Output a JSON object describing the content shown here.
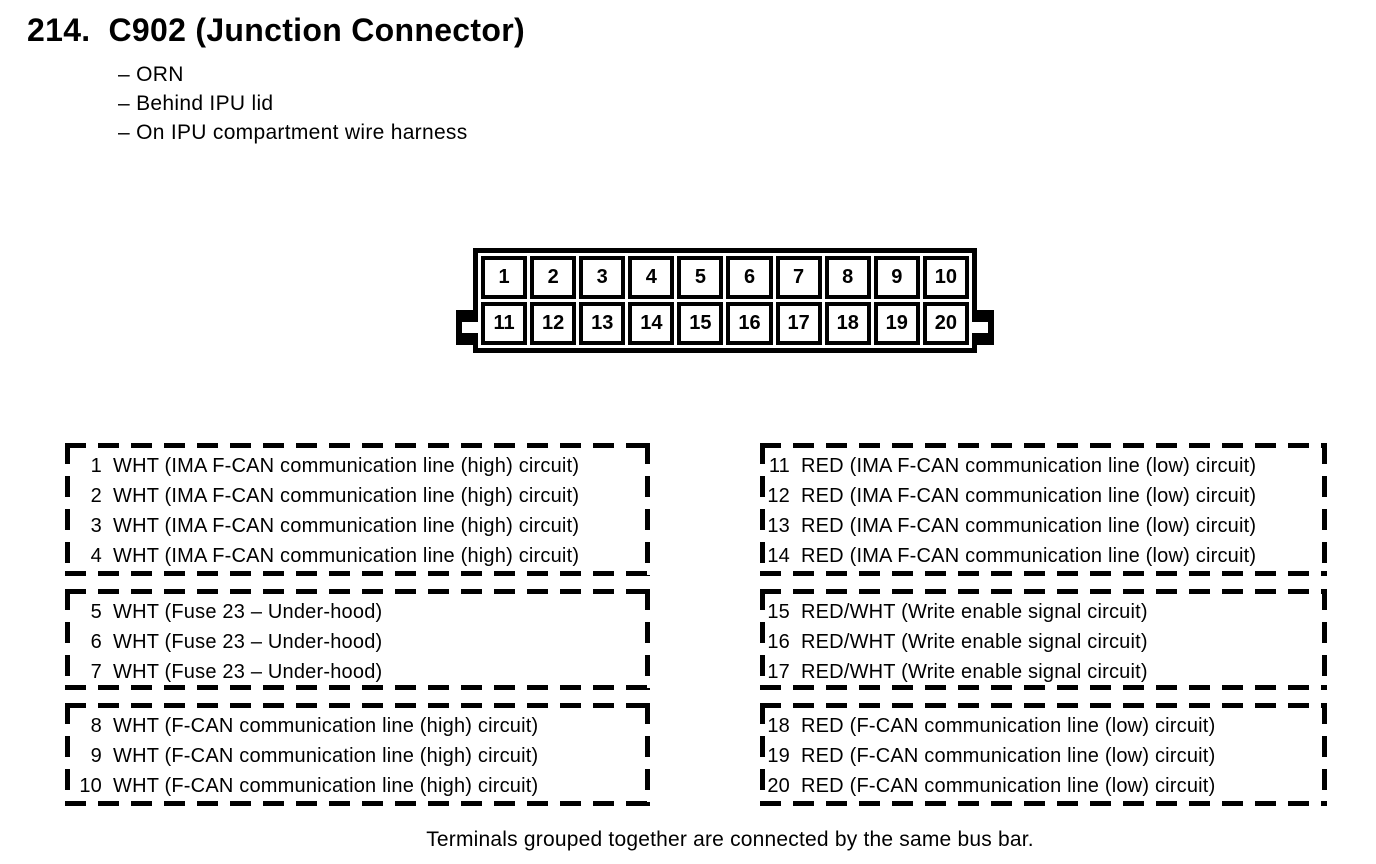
{
  "heading": {
    "number": "214.",
    "title": "C902 (Junction Connector)"
  },
  "bullets": [
    "– ORN",
    "– Behind IPU lid",
    "– On IPU compartment wire harness"
  ],
  "connector": {
    "rows": [
      [
        "1",
        "2",
        "3",
        "4",
        "5",
        "6",
        "7",
        "8",
        "9",
        "10"
      ],
      [
        "11",
        "12",
        "13",
        "14",
        "15",
        "16",
        "17",
        "18",
        "19",
        "20"
      ]
    ]
  },
  "terminal_groups": {
    "left": [
      {
        "rows": [
          {
            "pin": "1",
            "desc": "WHT (IMA F-CAN communication line (high) circuit)"
          },
          {
            "pin": "2",
            "desc": "WHT (IMA F-CAN communication line (high) circuit)"
          },
          {
            "pin": "3",
            "desc": "WHT (IMA F-CAN communication line (high) circuit)"
          },
          {
            "pin": "4",
            "desc": "WHT (IMA F-CAN communication line (high) circuit)"
          }
        ]
      },
      {
        "rows": [
          {
            "pin": "5",
            "desc": "WHT (Fuse 23 – Under-hood)"
          },
          {
            "pin": "6",
            "desc": "WHT (Fuse 23 – Under-hood)"
          },
          {
            "pin": "7",
            "desc": "WHT (Fuse 23 – Under-hood)"
          }
        ]
      },
      {
        "rows": [
          {
            "pin": "8",
            "desc": "WHT (F-CAN communication line (high) circuit)"
          },
          {
            "pin": "9",
            "desc": "WHT (F-CAN communication line (high) circuit)"
          },
          {
            "pin": "10",
            "desc": "WHT (F-CAN communication line (high) circuit)"
          }
        ]
      }
    ],
    "right": [
      {
        "rows": [
          {
            "pin": "11",
            "desc": "RED (IMA F-CAN communication line (low) circuit)"
          },
          {
            "pin": "12",
            "desc": "RED (IMA F-CAN communication line (low) circuit)"
          },
          {
            "pin": "13",
            "desc": "RED (IMA F-CAN communication line (low) circuit)"
          },
          {
            "pin": "14",
            "desc": "RED (IMA F-CAN communication line (low) circuit)"
          }
        ]
      },
      {
        "rows": [
          {
            "pin": "15",
            "desc": "RED/WHT (Write enable signal circuit)"
          },
          {
            "pin": "16",
            "desc": "RED/WHT (Write enable signal circuit)"
          },
          {
            "pin": "17",
            "desc": "RED/WHT (Write enable signal circuit)"
          }
        ]
      },
      {
        "rows": [
          {
            "pin": "18",
            "desc": "RED (F-CAN communication line (low) circuit)"
          },
          {
            "pin": "19",
            "desc": "RED (F-CAN communication line (low) circuit)"
          },
          {
            "pin": "20",
            "desc": "RED (F-CAN communication line (low) circuit)"
          }
        ]
      }
    ]
  },
  "footer": "Terminals grouped together are connected by the same bus bar.",
  "colors": {
    "ink": "#000000",
    "paper": "#ffffff"
  }
}
